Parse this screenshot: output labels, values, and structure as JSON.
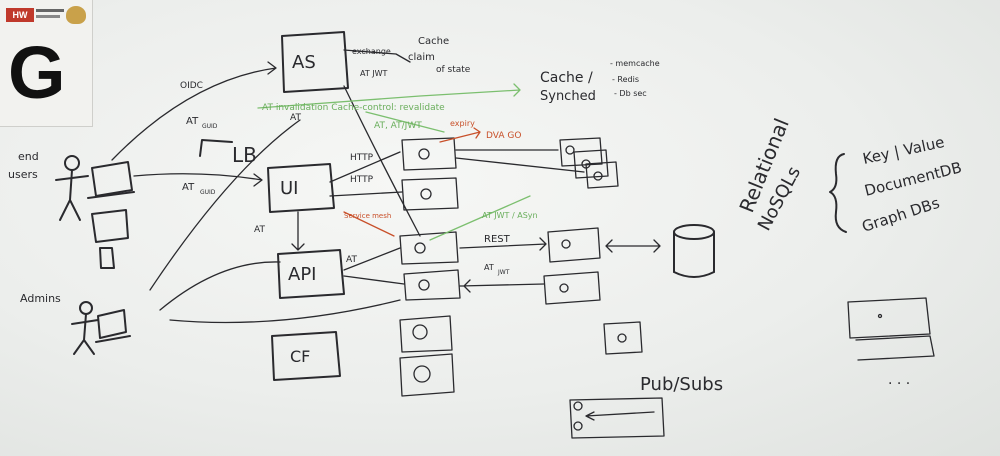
{
  "corner_card": {
    "letter": "G",
    "logo_text": "HW"
  },
  "actors": {
    "end_users": [
      "end",
      "users"
    ],
    "admins": "Admins"
  },
  "components": {
    "as": "AS",
    "lb": "LB",
    "ui": "UI",
    "api": "API",
    "cf": "CF"
  },
  "flows": {
    "oidc": "OIDC",
    "at_guid_1": "AT",
    "at_guid_2": "AT",
    "at_guid_3": "AT",
    "at_guid_4": "AT",
    "at_guid_5": "AT",
    "guid_sub": "GUID",
    "jwt_sub": "JWT",
    "http_1": "HTTP",
    "http_2": "HTTP",
    "rest": "REST",
    "exchange": "exchange",
    "at_jwt_top": "AT JWT",
    "cache_control": "AT invalidation  Cache-control: revalidate",
    "green_aside": "AT, AT/JWT",
    "green_mid": "AT JWT / ASyn",
    "expiry": "expiry",
    "dva_go": "DVA GO",
    "service_mesh": "Service mesh"
  },
  "notes": {
    "cache_claim": [
      "Cache",
      "claim",
      "of state"
    ],
    "cache_synched": [
      "Cache /",
      "Synched"
    ],
    "cache_options": [
      "- memcache",
      "- Redis",
      "- Db sec"
    ],
    "relational": "Relational",
    "nosqls": "NoSQLs",
    "db_types": [
      "Key | Value",
      "DocumentDB",
      "Graph DBs"
    ],
    "pub_subs": "Pub/Subs",
    "ellipsis": ". . ."
  }
}
